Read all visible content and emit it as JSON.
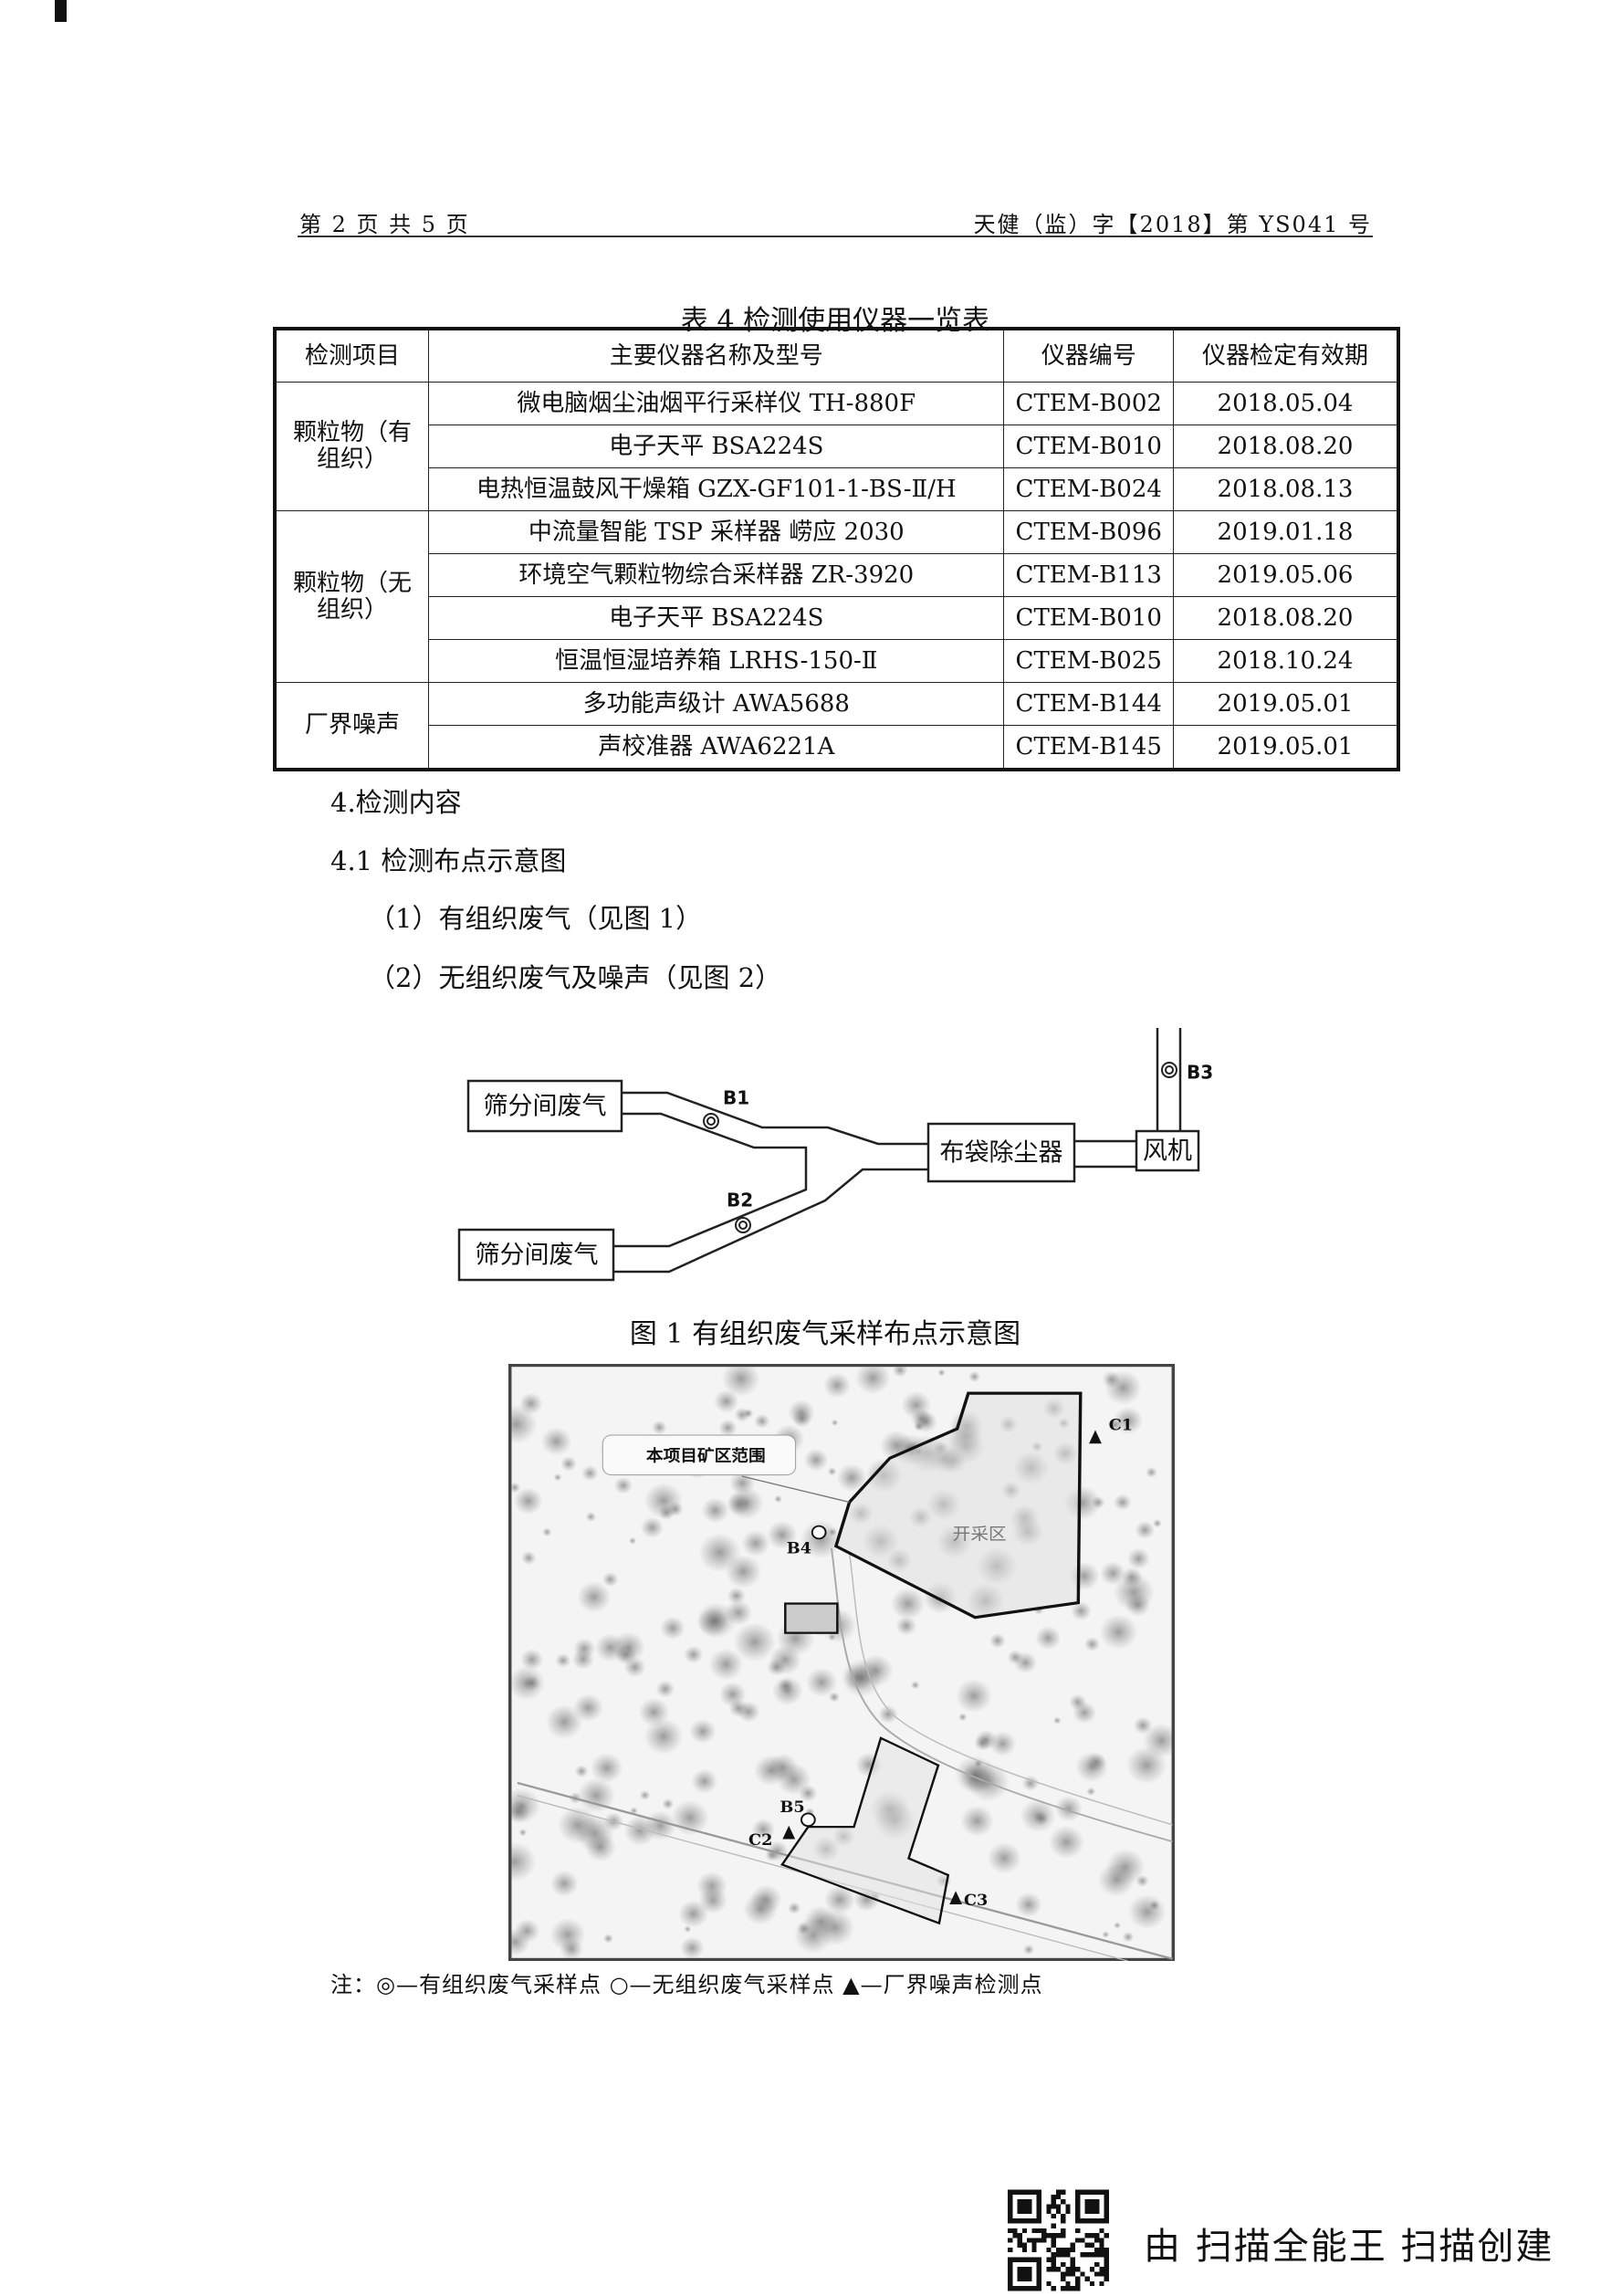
{
  "header": {
    "page_info": "第 2 页 共 5 页",
    "doc_number": "天健（监）字【2018】第 YS041 号"
  },
  "table": {
    "caption": "表 4  检测使用仪器一览表",
    "columns": [
      "检测项目",
      "主要仪器名称及型号",
      "仪器编号",
      "仪器检定有效期"
    ],
    "groups": [
      {
        "item": "颗粒物（有组织）",
        "rows": [
          {
            "name": "微电脑烟尘油烟平行采样仪  TH-880F",
            "code": "CTEM-B002",
            "valid": "2018.05.04"
          },
          {
            "name": "电子天平  BSA224S",
            "code": "CTEM-B010",
            "valid": "2018.08.20"
          },
          {
            "name": "电热恒温鼓风干燥箱  GZX-GF101-1-BS-Ⅱ/H",
            "code": "CTEM-B024",
            "valid": "2018.08.13"
          }
        ]
      },
      {
        "item": "颗粒物（无组织）",
        "rows": [
          {
            "name": "中流量智能 TSP 采样器  崂应 2030",
            "code": "CTEM-B096",
            "valid": "2019.01.18"
          },
          {
            "name": "环境空气颗粒物综合采样器  ZR-3920",
            "code": "CTEM-B113",
            "valid": "2019.05.06"
          },
          {
            "name": "电子天平  BSA224S",
            "code": "CTEM-B010",
            "valid": "2018.08.20"
          },
          {
            "name": "恒温恒湿培养箱  LRHS-150-Ⅱ",
            "code": "CTEM-B025",
            "valid": "2018.10.24"
          }
        ]
      },
      {
        "item": "厂界噪声",
        "rows": [
          {
            "name": "多功能声级计  AWA5688",
            "code": "CTEM-B144",
            "valid": "2019.05.01"
          },
          {
            "name": "声校准器  AWA6221A",
            "code": "CTEM-B145",
            "valid": "2019.05.01"
          }
        ]
      }
    ]
  },
  "sections": {
    "s4": "4.检测内容",
    "s41": "4.1  检测布点示意图",
    "item1": "（1）有组织废气（见图 1）",
    "item2": "（2）无组织废气及噪声（见图 2）"
  },
  "figure1": {
    "source1": "筛分间废气",
    "source2": "筛分间废气",
    "collector": "布袋除尘器",
    "fan": "风机",
    "points": [
      "B1",
      "B2",
      "B3"
    ],
    "caption": "图 1  有组织废气采样布点示意图"
  },
  "figure2": {
    "area_label": "本项目矿区范围",
    "mining_zone": "开采区",
    "points": {
      "b4": "B4",
      "b5": "B5",
      "c1": "C1",
      "c2": "C2",
      "c3": "C3"
    }
  },
  "note": "注：◎—有组织废气采样点   ○—无组织废气采样点   ▲—厂界噪声检测点",
  "footer": {
    "text": "由 扫描全能王 扫描创建"
  }
}
